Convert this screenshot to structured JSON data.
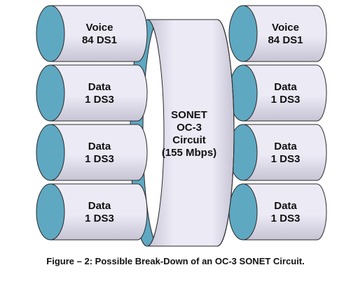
{
  "colors": {
    "cylinder_body_light": "#eceaf5",
    "cylinder_body_shade": "#c6c4d4",
    "cylinder_end": "#5fa8c2",
    "cylinder_end_dark": "#3f8aa6",
    "outline": "#2a2a2a",
    "text": "#111111"
  },
  "central_circuit": {
    "line1": "SONET",
    "line2": "OC-3",
    "line3": "Circuit",
    "line4": "(155 Mbps)"
  },
  "left_channels": [
    {
      "name": "Voice",
      "rate": "84 DS1"
    },
    {
      "name": "Data",
      "rate": "1 DS3"
    },
    {
      "name": "Data",
      "rate": "1 DS3"
    },
    {
      "name": "Data",
      "rate": "1 DS3"
    }
  ],
  "right_channels": [
    {
      "name": "Voice",
      "rate": "84 DS1"
    },
    {
      "name": "Data",
      "rate": "1 DS3"
    },
    {
      "name": "Data",
      "rate": "1 DS3"
    },
    {
      "name": "Data",
      "rate": "1 DS3"
    }
  ],
  "caption": "Figure – 2: Possible Break-Down of an OC-3 SONET Circuit."
}
